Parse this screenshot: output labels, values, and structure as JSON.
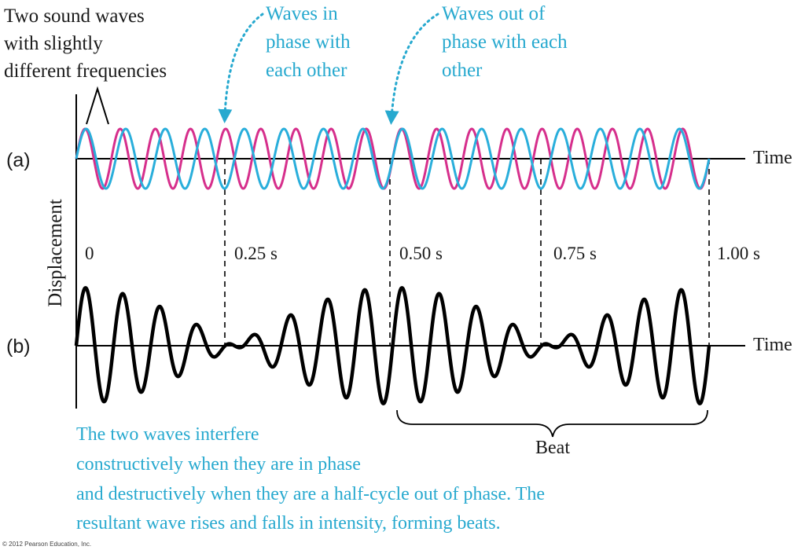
{
  "annotations": {
    "two_waves": [
      "Two sound waves",
      "with slightly",
      "different frequencies"
    ],
    "in_phase": [
      "Waves in",
      "phase with",
      "each other"
    ],
    "out_of_phase": [
      "Waves out of",
      "phase with each",
      "other"
    ]
  },
  "panels": {
    "a_label": "(a)",
    "b_label": "(b)",
    "time_label_a": "Time",
    "time_label_b": "Time"
  },
  "y_axis_label": "Displacement",
  "time_markers": [
    "0",
    "0.25 s",
    "0.50 s",
    "0.75 s",
    "1.00 s"
  ],
  "beat_label": "Beat",
  "caption": [
    "The two waves interfere",
    "constructively when they are in phase",
    "and destructively when they are a half-cycle out of phase.  The",
    "resultant wave rises and falls in intensity, forming beats."
  ],
  "copyright": "© 2012 Pearson Education, Inc.",
  "colors": {
    "wave1": "#d62f8c",
    "wave2": "#29aedb",
    "resultant": "#000000",
    "annotation": "#27a9cf",
    "axis": "#000000"
  },
  "waves": {
    "duration_s": 1.0,
    "wave1_cycles": 18,
    "wave2_cycles": 16,
    "beat_period_s": 0.5
  }
}
